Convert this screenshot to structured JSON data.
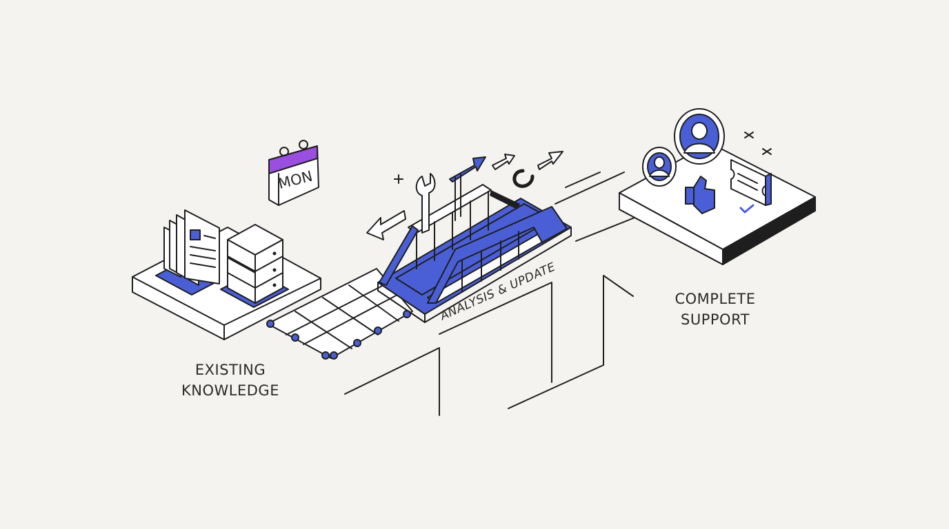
{
  "labels": {
    "existing": [
      "EXISTING",
      "KNOWLEDGE"
    ],
    "analysis": "ANALYSIS & UPDATE",
    "complete": [
      "COMPLETE",
      "SUPPORT"
    ],
    "calendar_day": "MON"
  },
  "colors": {
    "background": "#f4f3ef",
    "accent_blue": "#4a5fd6",
    "accent_purple": "#9b4fe0",
    "line": "#1e1e1e",
    "surface": "#ffffff"
  },
  "icons": {
    "left": [
      "document-stack-icon",
      "server-icon",
      "calendar-icon"
    ],
    "middle": [
      "wrench-icon",
      "arrow-right-icon",
      "arrow-left-icon",
      "refresh-icon",
      "plus-icon"
    ],
    "right": [
      "user-avatar-icon",
      "thumbs-up-icon",
      "ticket-icon",
      "checkmark-icon"
    ]
  }
}
